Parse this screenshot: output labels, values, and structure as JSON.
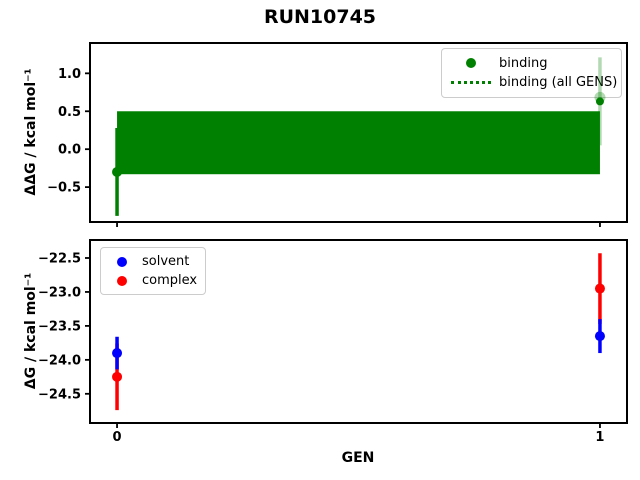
{
  "title": "RUN10745",
  "colors": {
    "green": "#008000",
    "blue": "#0000ff",
    "red": "#ff0000",
    "axes_frame": "#000000",
    "legend_border": "#cccccc",
    "background": "#ffffff"
  },
  "chart_data": [
    {
      "type": "scatter",
      "ylabel": "ΔΔG / kcal mol⁻¹",
      "xlabel": "",
      "xlim": [
        -0.056,
        1.056
      ],
      "ylim": [
        -0.96,
        1.4
      ],
      "grid": false,
      "xticks": {
        "values": [
          0,
          1
        ],
        "labels": [
          "",
          ""
        ]
      },
      "yticks": {
        "values": [
          1.0,
          0.5,
          0.0,
          -0.5
        ],
        "labels": [
          "1.0",
          "0.5",
          "0.0",
          "−0.5"
        ]
      },
      "band": {
        "x_start": 0,
        "x_end": 1,
        "y_low": -0.33,
        "y_high": 0.5,
        "color_key": "green",
        "meaning": "binding (all GENS) uncertainty band"
      },
      "series": [
        {
          "name": "binding",
          "color_key": "green",
          "points": [
            {
              "x": 0,
              "y": -0.3,
              "yerr": 0.58,
              "faded": false
            },
            {
              "x": 1,
              "y": 0.63,
              "yerr": 0.58,
              "faded": true
            }
          ]
        }
      ],
      "legend": {
        "position": "upper right",
        "entries": [
          {
            "label": "binding",
            "marker": "dot",
            "color_key": "green"
          },
          {
            "label": "binding (all GENS)",
            "marker": "dotted-line",
            "color_key": "green"
          }
        ]
      }
    },
    {
      "type": "scatter",
      "ylabel": "ΔG / kcal mol⁻¹",
      "xlabel": "GEN",
      "xlim": [
        -0.056,
        1.056
      ],
      "ylim": [
        -24.93,
        -22.235
      ],
      "grid": false,
      "xticks": {
        "values": [
          0,
          1
        ],
        "labels": [
          "0",
          "1"
        ]
      },
      "yticks": {
        "values": [
          -22.5,
          -23.0,
          -23.5,
          -24.0,
          -24.5
        ],
        "labels": [
          "−22.5",
          "−23.0",
          "−23.5",
          "−24.0",
          "−24.5"
        ]
      },
      "series": [
        {
          "name": "complex",
          "color_key": "red",
          "points": [
            {
              "x": 0,
              "y": -24.25,
              "yerr": 0.49,
              "faded": false
            },
            {
              "x": 1,
              "y": -22.95,
              "yerr": 0.52,
              "faded": false
            }
          ]
        },
        {
          "name": "solvent",
          "color_key": "blue",
          "points": [
            {
              "x": 0,
              "y": -23.9,
              "yerr": 0.24,
              "faded": false
            },
            {
              "x": 1,
              "y": -23.65,
              "yerr": 0.25,
              "faded": false
            }
          ]
        }
      ],
      "legend": {
        "position": "upper left",
        "entries": [
          {
            "label": "solvent",
            "marker": "dot",
            "color_key": "blue"
          },
          {
            "label": "complex",
            "marker": "dot",
            "color_key": "red"
          }
        ]
      }
    }
  ]
}
